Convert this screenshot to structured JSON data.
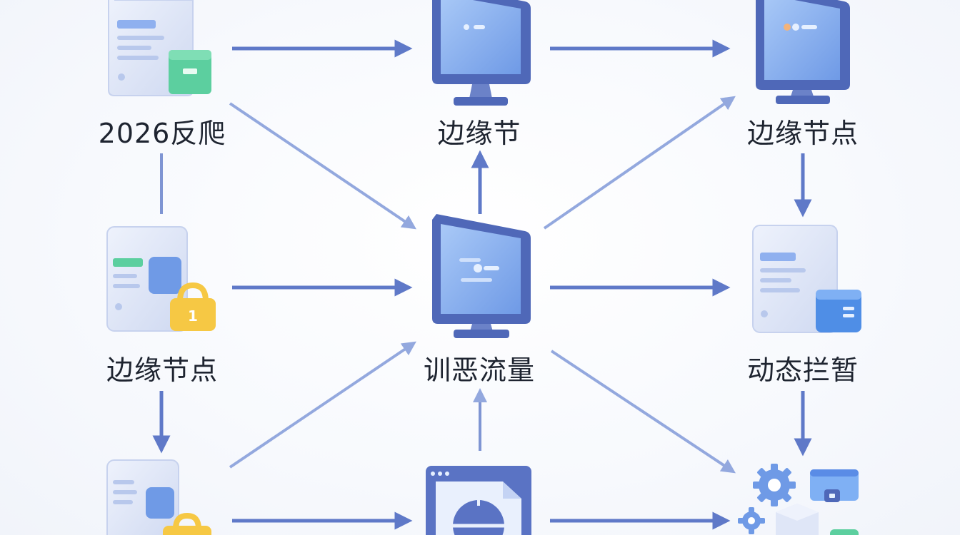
{
  "labels": {
    "top_left": "2026反爬",
    "top_mid": "边缘节",
    "top_right": "边缘节点",
    "mid_left": "边缘节点",
    "mid_center": "训恶流量",
    "mid_right": "动态拦暂"
  },
  "icons": {
    "top_left": "server-with-box-icon",
    "top_mid": "monitor-icon",
    "top_right": "monitor-icon",
    "mid_left": "server-with-lock-icon",
    "mid_center": "monitor-icon",
    "mid_right": "server-with-box-icon",
    "bottom_left": "server-with-lock-icon",
    "bottom_center": "browser-window-icon",
    "bottom_right": "settings-gears-icon"
  },
  "colors": {
    "arrow": "#5f79c8",
    "arrow_light": "#93a8de",
    "monitor_frame": "#4f68b8",
    "monitor_screen": "#8cb3f0",
    "server_body": "#dfe6f7",
    "green_box": "#5ccf9f",
    "lock_yellow": "#f6c844"
  }
}
